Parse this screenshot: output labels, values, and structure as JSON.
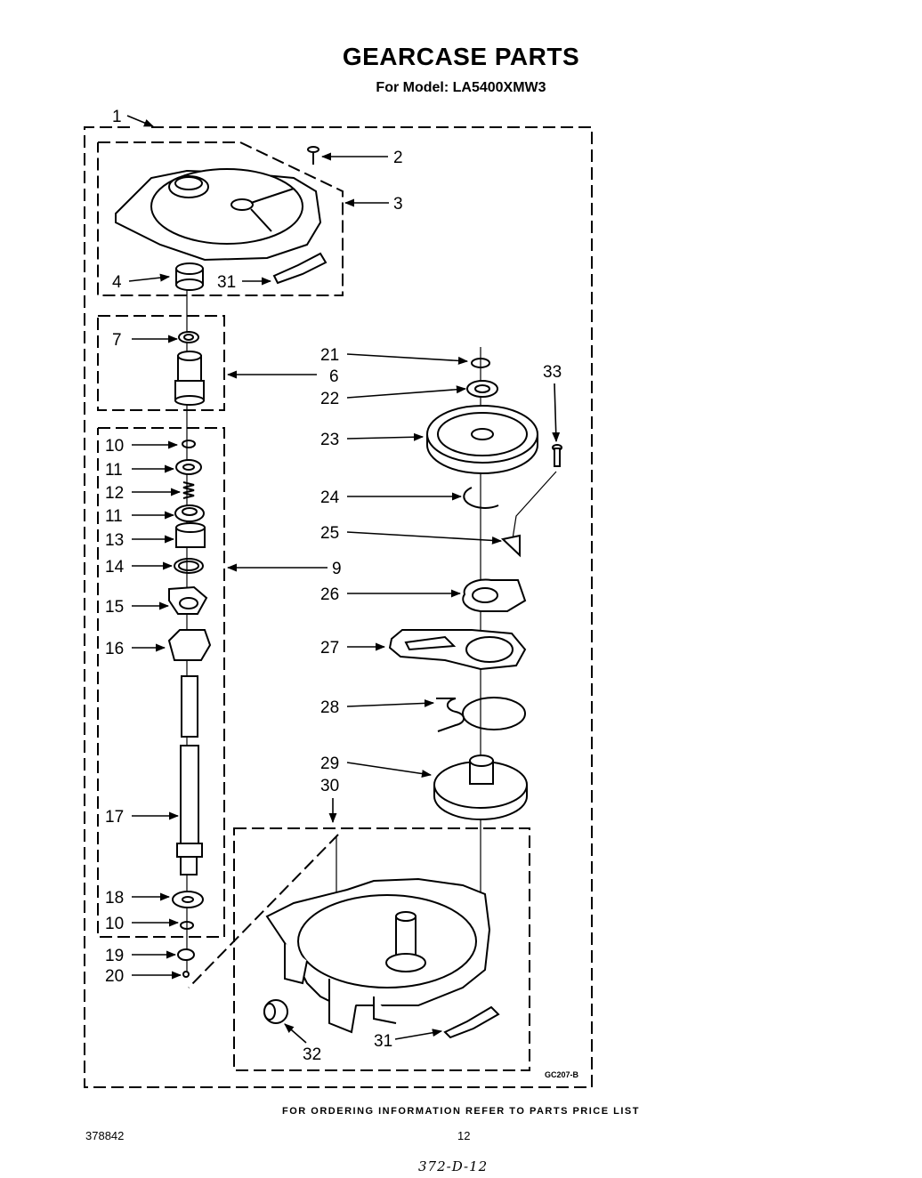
{
  "header": {
    "title": "GEARCASE PARTS",
    "subtitle": "For Model: LA5400XMW3"
  },
  "callouts": {
    "c1": "1",
    "c2": "2",
    "c3": "3",
    "c4": "4",
    "c31a": "31",
    "c7": "7",
    "c6": "6",
    "c10a": "10",
    "c11a": "11",
    "c12": "12",
    "c11b": "11",
    "c13": "13",
    "c14": "14",
    "c9": "9",
    "c15": "15",
    "c16": "16",
    "c17": "17",
    "c18": "18",
    "c10b": "10",
    "c19": "19",
    "c20": "20",
    "c21": "21",
    "c22": "22",
    "c33": "33",
    "c23": "23",
    "c24": "24",
    "c25": "25",
    "c26": "26",
    "c27": "27",
    "c28": "28",
    "c29": "29",
    "c30": "30",
    "c31b": "31",
    "c32": "32"
  },
  "diagram_code": "GC207-B",
  "footer": {
    "order_note": "FOR ORDERING INFORMATION REFER TO PARTS PRICE LIST",
    "doc_number": "378842",
    "page_number": "12",
    "handwritten_ref": "372-D-12"
  }
}
